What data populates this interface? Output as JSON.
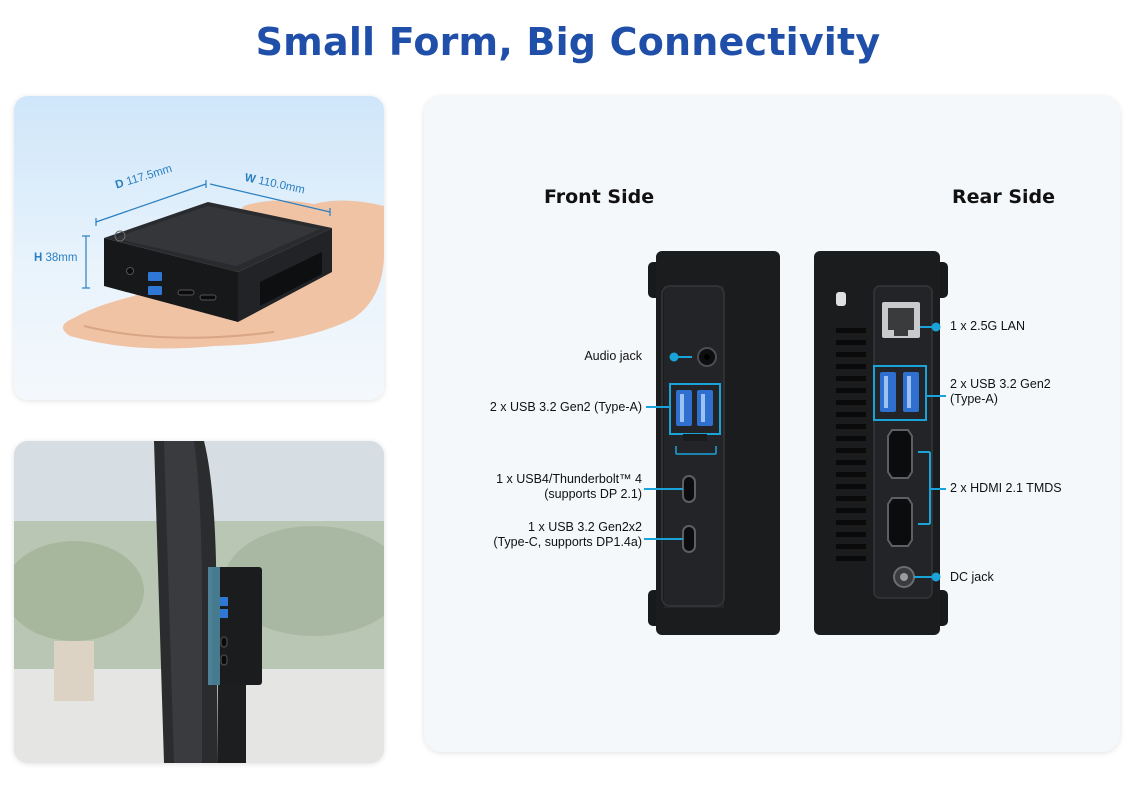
{
  "title": "Small Form, Big Connectivity",
  "dimensions": {
    "depth_letter": "D",
    "depth": "117.5mm",
    "width_letter": "W",
    "width": "110.0mm",
    "height_letter": "H",
    "height": "38mm"
  },
  "front": {
    "heading": "Front Side",
    "ports": [
      {
        "line1": "Audio jack",
        "line2": ""
      },
      {
        "line1": "2 x USB 3.2 Gen2 (Type-A)",
        "line2": ""
      },
      {
        "line1": "1 x USB4/Thunderbolt™ 4",
        "line2": "(supports DP 2.1)"
      },
      {
        "line1": "1 x USB 3.2 Gen2x2",
        "line2": "(Type-C, supports DP1.4a)"
      }
    ]
  },
  "rear": {
    "heading": "Rear Side",
    "ports": [
      {
        "line1": "1 x 2.5G  LAN",
        "line2": ""
      },
      {
        "line1": "2 x USB 3.2 Gen2",
        "line2": "(Type-A)"
      },
      {
        "line1": "2 x HDMI 2.1 TMDS",
        "line2": ""
      },
      {
        "line1": "DC jack",
        "line2": ""
      }
    ]
  },
  "colors": {
    "title": "#1f4fa8",
    "accent": "#1aa3d9",
    "device": "#1b1c1e"
  }
}
